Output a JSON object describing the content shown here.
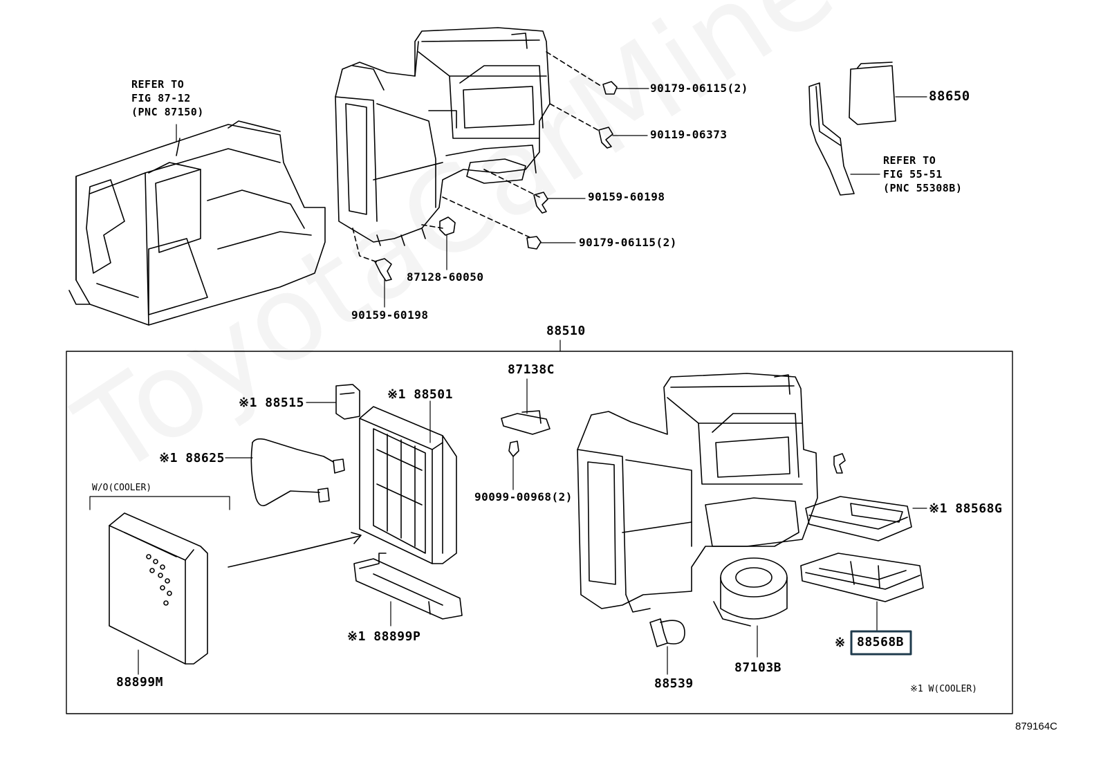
{
  "diagram_id": "879164C",
  "watermark": "ToyotaCarMine.ru",
  "references": {
    "ref_87150": "REFER TO\nFIG 87-12\n(PNC 87150)",
    "ref_55308b": "REFER TO\nFIG 55-51\n(PNC 55308B)"
  },
  "upper_parts": {
    "p90179_top": "90179-06115(2)",
    "p90119": "90119-06373",
    "p90159_right": "90159-60198",
    "p90179_bottom": "90179-06115(2)",
    "p87128": "87128-60050",
    "p90159_bottom": "90159-60198",
    "p88650": "88650"
  },
  "assembly": {
    "label": "88510",
    "p87138c": "87138C",
    "p90099": "90099-00968(2)",
    "p88515": "※1 88515",
    "p88501": "※1 88501",
    "p88625": "※1 88625",
    "wo_cooler": "W/O(COOLER)",
    "p88899m": "88899M",
    "p88899p": "※1 88899P",
    "p88539": "88539",
    "p87103b": "87103B",
    "p88568g": "※1 88568G",
    "p88568b_mark": "※",
    "p88568b": "88568B",
    "footnote": "※1 W(COOLER)"
  },
  "colors": {
    "line": "#000000",
    "highlight_border": "#1f3b4d"
  }
}
